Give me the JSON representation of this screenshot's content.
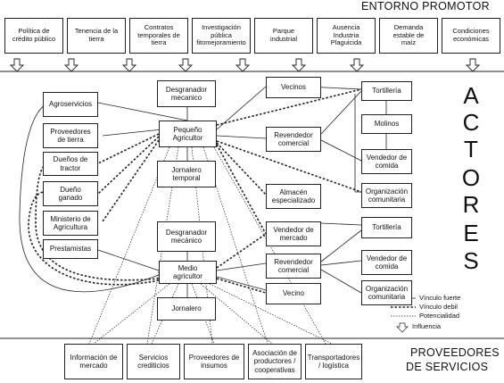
{
  "headers": {
    "top": "ENTORNO PROMOTOR",
    "bottom_line1": "PROVEEDORES",
    "bottom_line2": "DE SERVICIOS",
    "side": [
      "A",
      "C",
      "T",
      "O",
      "R",
      "E",
      "S"
    ]
  },
  "top_boxes": [
    "Política de\ncrédito público",
    "Tenencia de la\ntierra",
    "Contratos\ntemporales de\ntierra",
    "Investigación\npública\nfitomejoramiento",
    "Parque\nindustrial",
    "Ausencia\nIndustria\nPlaguicida",
    "Demanda\nestable de\nmaíz",
    "Condiciones\neconómicas"
  ],
  "left_boxes": [
    "Agroservicios",
    "Proveedores\nde tierra",
    "Dueños de\ntractor",
    "Dueño\nganado",
    "Ministerio de\nAgricultura",
    "Prestamistas"
  ],
  "center_boxes": [
    "Desgranador\nmecanico",
    "Pequeño\nAgricultor",
    "Jornalero\ntemporal",
    "Desgranador\nmecánico",
    "Medio\nagricultor",
    "Jornalero"
  ],
  "mid_boxes": [
    "Vecinos",
    "Revendedor\ncomercial",
    "Almacén\nespecializado",
    "Vendedor de\nmercado",
    "Revendedor\ncomercial",
    "Vecino"
  ],
  "right_boxes": [
    "Tortillería",
    "Molinos",
    "Vendedor de\ncomida",
    "Organización\ncomunitaria",
    "Tortillería",
    "Vendedor de\ncomida",
    "Organización\ncomunitaria"
  ],
  "bottom_boxes": [
    "Información de\nmercado",
    "Servicios\ncrediticios",
    "Proveedores de\ninsumos",
    "Asociación de\nproductores /\ncooperativas",
    "Transportadores\n/ logística"
  ],
  "legend": {
    "strong": "Vínculo fuerte",
    "weak": "Vínculo debil",
    "potential": "Potencialidad",
    "influence": "Influencia"
  }
}
